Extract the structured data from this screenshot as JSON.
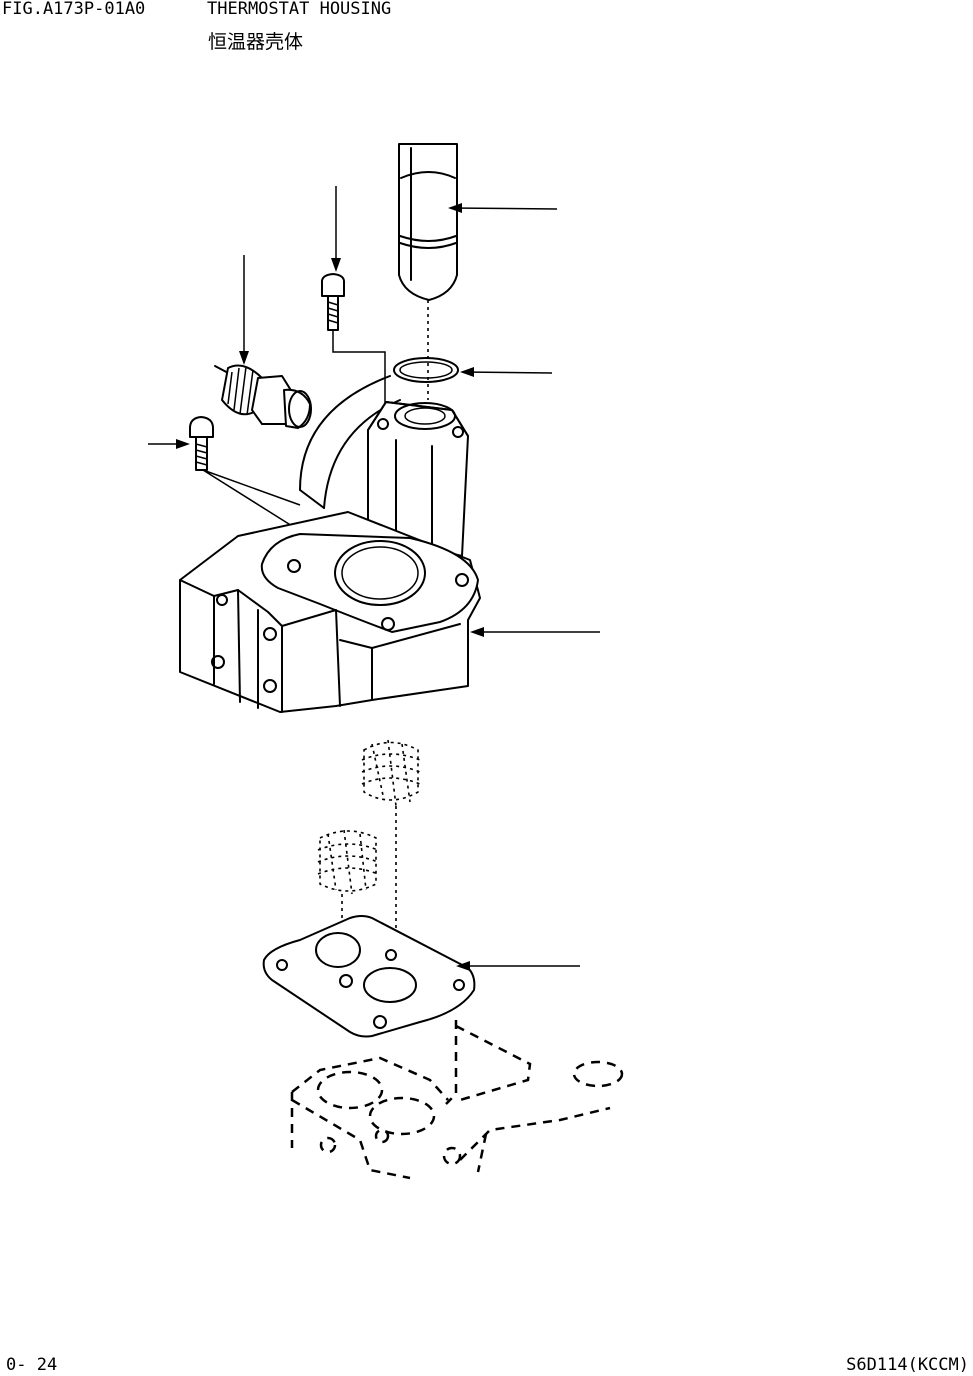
{
  "header": {
    "figure_code": "FIG.A173P-01A0",
    "title": "THERMOSTAT HOUSING",
    "title_cn": "恒温器壳体"
  },
  "footer": {
    "page_number": "0- 24",
    "model": "S6D114(KCCM)"
  },
  "parts": [
    {
      "icon": "thermostat-icon"
    },
    {
      "icon": "o-ring-icon"
    },
    {
      "icon": "bolt-icon"
    },
    {
      "icon": "temperature-sensor-icon"
    },
    {
      "icon": "bolt-icon"
    },
    {
      "icon": "housing-icon"
    },
    {
      "icon": "plug-icon"
    },
    {
      "icon": "gasket-icon"
    }
  ]
}
